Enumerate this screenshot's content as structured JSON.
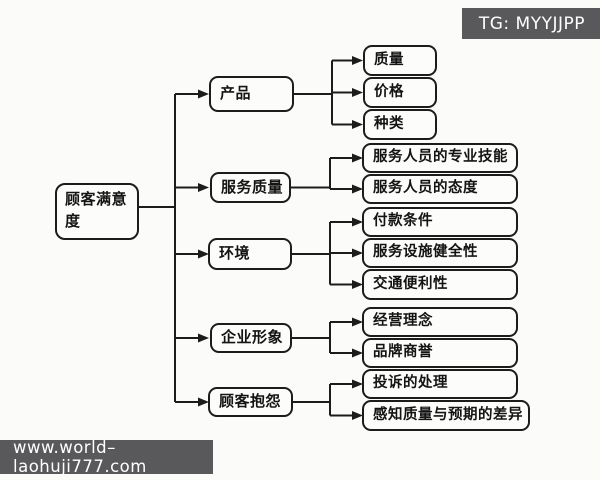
{
  "watermarks": {
    "tg_badge": "TG: MYYJJPP",
    "website": "www.world–laohuji777.com"
  },
  "diagram": {
    "root": {
      "label": "顾客满意度"
    },
    "branches": [
      {
        "label": "产品",
        "children": [
          "质量",
          "价格",
          "种类"
        ]
      },
      {
        "label": "服务质量",
        "children": [
          "服务人员的专业技能",
          "服务人员的态度"
        ]
      },
      {
        "label": "环境",
        "children": [
          "付款条件",
          "服务设施健全性",
          "交通便利性"
        ]
      },
      {
        "label": "企业形象",
        "children": [
          "经营理念",
          "品牌商誉"
        ]
      },
      {
        "label": "顾客抱怨",
        "children": [
          "投诉的处理",
          "感知质量与预期的差异"
        ]
      }
    ]
  },
  "colors": {
    "background": "#fbfbf9",
    "line": "#1c1c1c",
    "box_border": "#1c1c1c",
    "watermark_bg": "#59595b",
    "watermark_text": "#ffffff"
  }
}
